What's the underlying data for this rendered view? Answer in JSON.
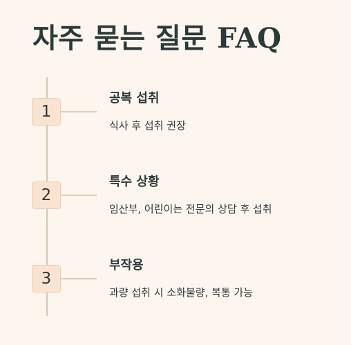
{
  "page": {
    "title": "자주 묻는 질문 FAQ"
  },
  "faq": {
    "items": [
      {
        "number": "1",
        "title": "공복 섭취",
        "description": "식사 후 섭취 권장"
      },
      {
        "number": "2",
        "title": "특수 상황",
        "description": "임산부, 어린이는 전문의 상담 후 섭취"
      },
      {
        "number": "3",
        "title": "부작용",
        "description": "과량 섭취 시 소화불량, 복통 가능"
      }
    ]
  },
  "colors": {
    "background": "#fcf6ef",
    "text": "#2e3b3a",
    "badge_fill": "#fbe3d2",
    "badge_border": "#edcdb8",
    "timeline": "#d7c7b2"
  }
}
